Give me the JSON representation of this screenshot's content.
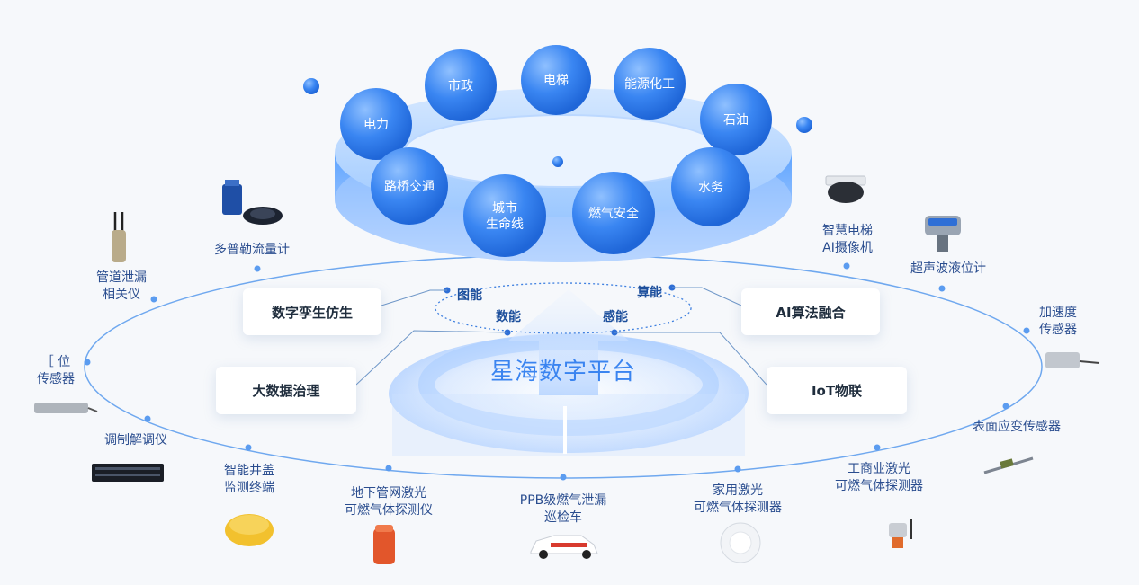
{
  "platform": {
    "title": "星海数字平台"
  },
  "capabilities": [
    "图能",
    "数能",
    "感能",
    "算能"
  ],
  "industries": [
    "电力",
    "市政",
    "电梯",
    "能源化工",
    "石油",
    "路桥交通",
    "城市\n生命线",
    "燃气安全",
    "水务"
  ],
  "boxes": [
    "数字孪生仿生",
    "大数据治理",
    "AI算法融合",
    "IoT物联"
  ],
  "products": [
    {
      "label": "多普勒流量计",
      "icon": "flowmeter-icon"
    },
    {
      "label": "管道泄漏\n相关仪",
      "icon": "leak-correlator-icon"
    },
    {
      "label": "［ 位\n传感器",
      "icon": "level-sensor-icon"
    },
    {
      "label": "调制解调仪",
      "icon": "demodulator-icon"
    },
    {
      "label": "智能井盖\n监测终端",
      "icon": "manhole-terminal-icon"
    },
    {
      "label": "地下管网激光\n可燃气体探测仪",
      "icon": "laser-gas-detector-icon"
    },
    {
      "label": "PPB级燃气泄漏\n巡检车",
      "icon": "inspection-car-icon"
    },
    {
      "label": "家用激光\n可燃气体探测器",
      "icon": "home-gas-detector-icon"
    },
    {
      "label": "工商业激光\n可燃气体探测器",
      "icon": "industrial-gas-detector-icon"
    },
    {
      "label": "表面应变传感器",
      "icon": "strain-sensor-icon"
    },
    {
      "label": "加速度\n传感器",
      "icon": "accelerometer-icon"
    },
    {
      "label": "超声波液位计",
      "icon": "ultrasonic-level-icon"
    },
    {
      "label": "智慧电梯\nAI摄像机",
      "icon": "elevator-camera-icon"
    }
  ],
  "colors": {
    "accent": "#3d86f0",
    "sphere": "#2f7be8",
    "label": "#2a4d8f",
    "title": "#3a84f0"
  }
}
